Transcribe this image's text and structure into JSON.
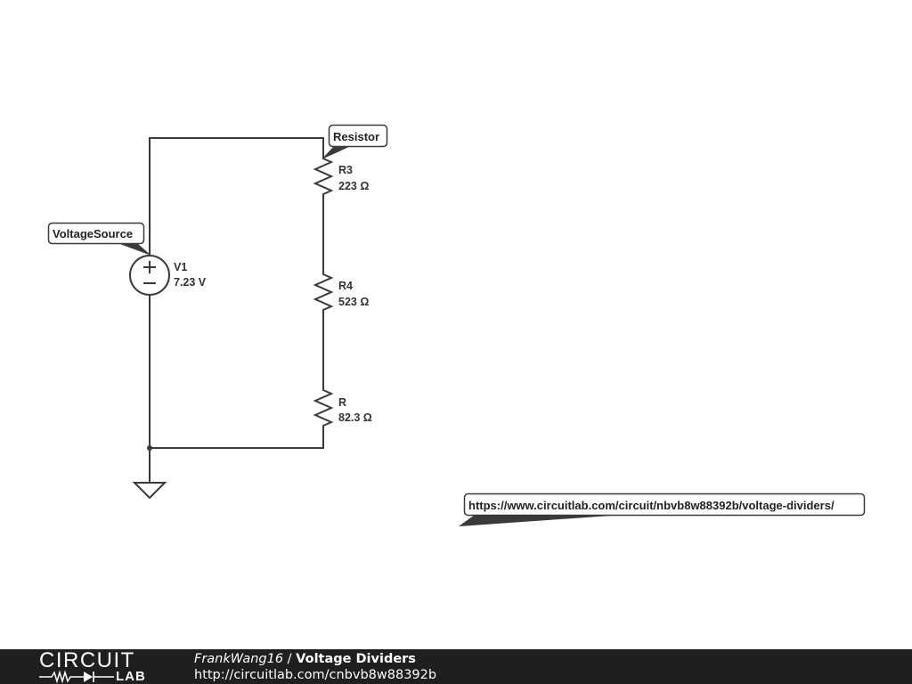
{
  "callouts": {
    "resistor": "Resistor",
    "voltage_source": "VoltageSource",
    "url": "https://www.circuitlab.com/circuit/nbvb8w88392b/voltage-dividers/"
  },
  "components": {
    "v1": {
      "name": "V1",
      "value": "7.23 V"
    },
    "r3": {
      "name": "R3",
      "value": "223 Ω"
    },
    "r4": {
      "name": "R4",
      "value": "523 Ω"
    },
    "r": {
      "name": "R",
      "value": "82.3 Ω"
    }
  },
  "footer": {
    "logo_top": "CIRCUIT",
    "logo_bottom": "LAB",
    "author": "FrankWang16",
    "separator": " / ",
    "title": "Voltage Dividers",
    "url": "http://circuitlab.com/cnbvb8w88392b"
  },
  "colors": {
    "wire": "#3a3a3a",
    "footer_bg": "#1f1f1f"
  }
}
